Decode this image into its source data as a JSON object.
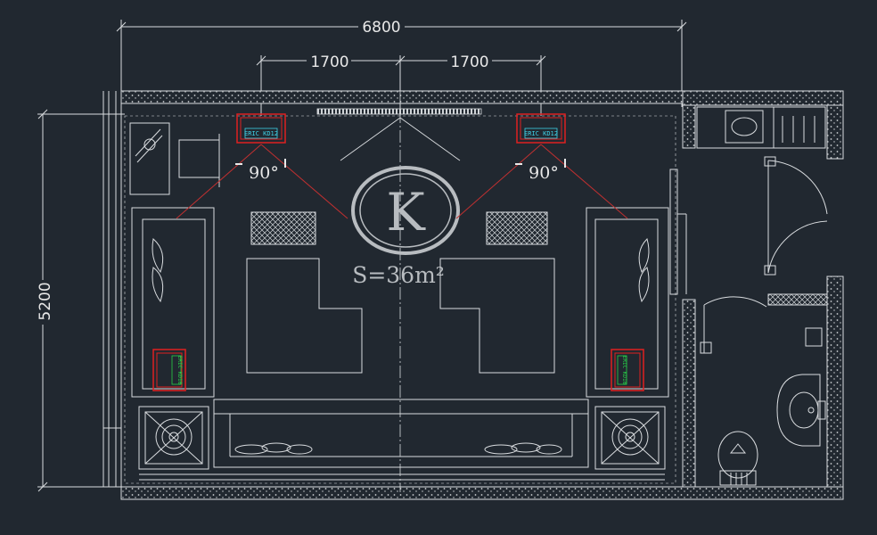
{
  "dimensions": {
    "total_width": "6800",
    "left_span": "1700",
    "right_span": "1700",
    "height": "5200"
  },
  "labels": {
    "angle_left": "90°",
    "angle_right": "90°",
    "logo_letter": "K",
    "area": "S=36m²"
  },
  "speakers": {
    "ceiling_left": "ERIC KD12",
    "ceiling_right": "ERIC KD12",
    "side_left": "ERIC KD10",
    "side_right": "ERIC KD10"
  },
  "colors": {
    "background": "#212830",
    "lines": "#d9dcdf",
    "speaker_box": "#e02020",
    "speaker_text": "#3fd3e8",
    "speaker_side_text": "#28d048",
    "beam": "#c03030"
  }
}
